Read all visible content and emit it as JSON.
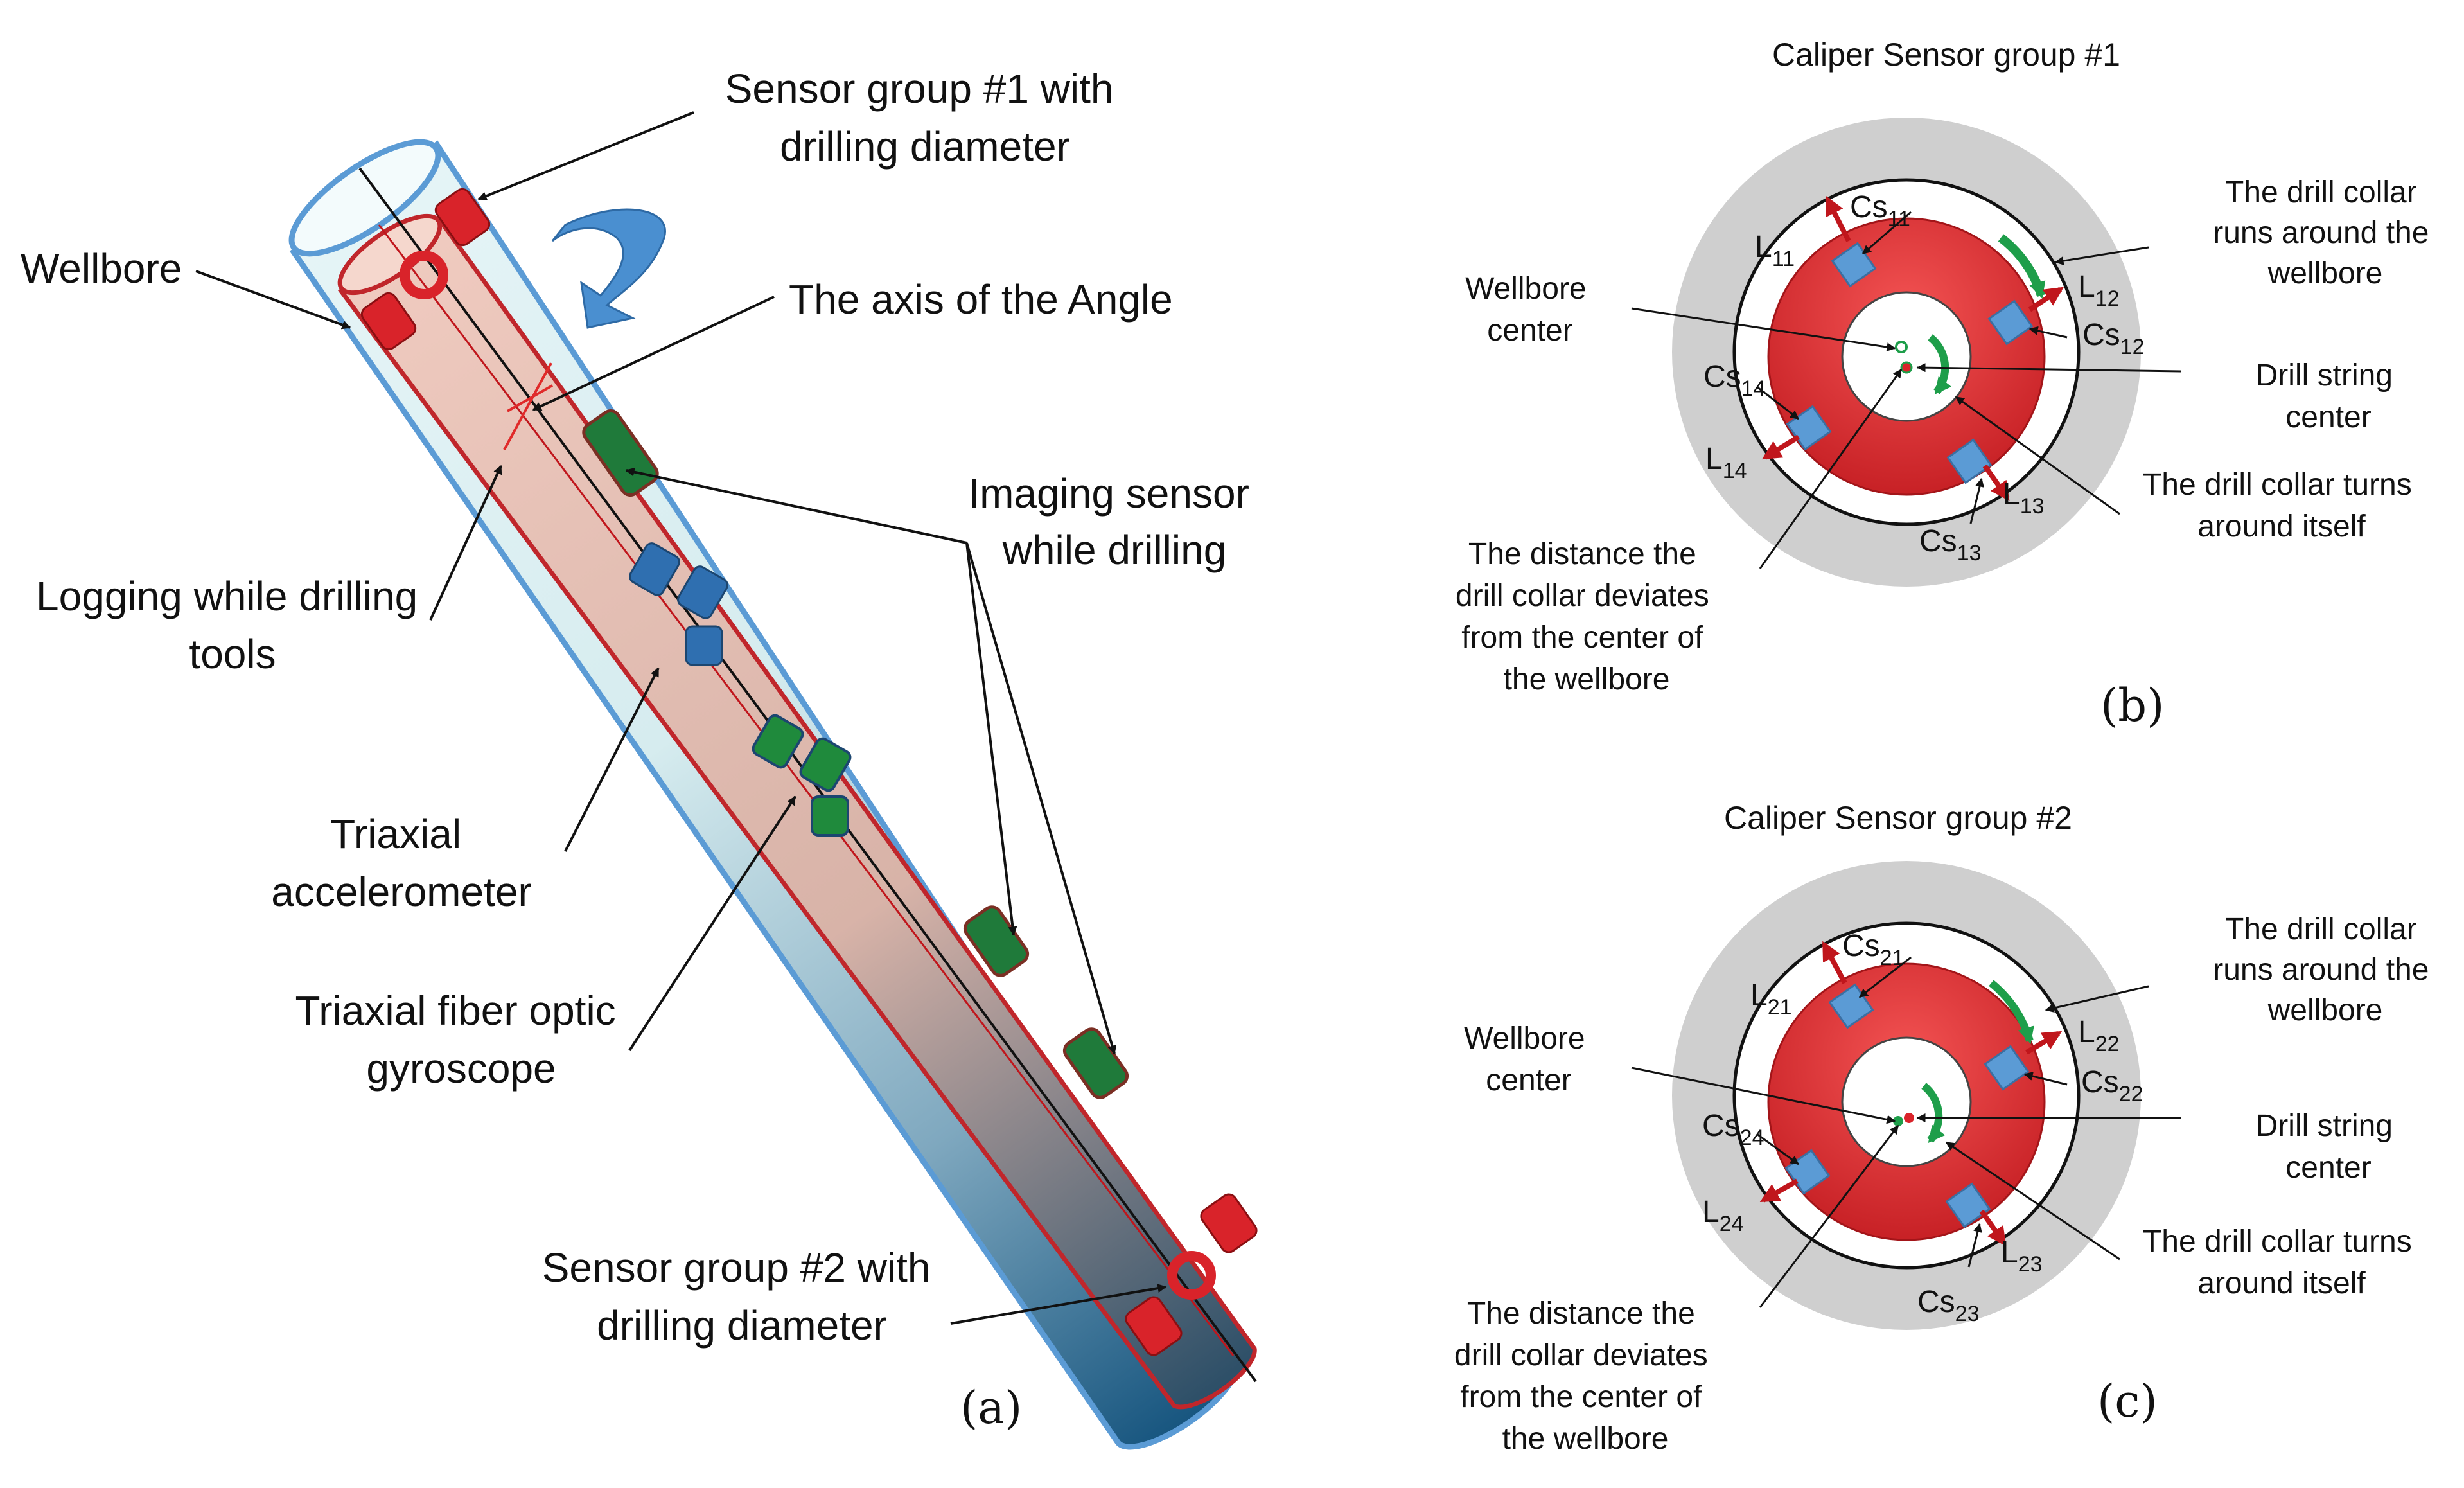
{
  "panel_a": {
    "panel_label": "(a)",
    "wellbore": "Wellbore",
    "sensor_group_1": [
      "Sensor group #1 with",
      "drilling diameter"
    ],
    "axis_of_angle": "The axis of the Angle",
    "lwd_tools": [
      "Logging while drilling",
      "tools"
    ],
    "imaging_sensor": [
      "Imaging sensor",
      "while drilling"
    ],
    "triaxial_accel": [
      "Triaxial",
      "accelerometer"
    ],
    "triaxial_gyro": [
      "Triaxial fiber optic",
      "gyroscope"
    ],
    "sensor_group_2": [
      "Sensor group #2 with",
      "drilling diameter"
    ]
  },
  "panel_b": {
    "title": "Caliper Sensor group #1",
    "panel_label": "(b)",
    "wellbore_center": [
      "Wellbore",
      "center"
    ],
    "collar_runs": [
      "The drill collar",
      "runs around the",
      "wellbore"
    ],
    "string_center": [
      "Drill string",
      "center"
    ],
    "collar_turns": [
      "The drill collar turns",
      "around itself"
    ],
    "deviation": [
      "The distance the",
      "drill collar deviates",
      "from the center of",
      "the wellbore"
    ],
    "sensors": [
      {
        "base": "Cs",
        "sub": "11"
      },
      {
        "base": "Cs",
        "sub": "12"
      },
      {
        "base": "Cs",
        "sub": "13"
      },
      {
        "base": "Cs",
        "sub": "14"
      }
    ],
    "distances": [
      {
        "base": "L",
        "sub": "11"
      },
      {
        "base": "L",
        "sub": "12"
      },
      {
        "base": "L",
        "sub": "13"
      },
      {
        "base": "L",
        "sub": "14"
      }
    ]
  },
  "panel_c": {
    "title": "Caliper Sensor group #2",
    "panel_label": "(c)",
    "wellbore_center": [
      "Wellbore",
      "center"
    ],
    "collar_runs": [
      "The drill collar",
      "runs around the",
      "wellbore"
    ],
    "string_center": [
      "Drill string",
      "center"
    ],
    "collar_turns": [
      "The drill collar turns",
      "around itself"
    ],
    "deviation": [
      "The distance the",
      "drill collar deviates",
      "from the center of",
      "the wellbore"
    ],
    "sensors": [
      {
        "base": "Cs",
        "sub": "21"
      },
      {
        "base": "Cs",
        "sub": "22"
      },
      {
        "base": "Cs",
        "sub": "23"
      },
      {
        "base": "Cs",
        "sub": "24"
      }
    ],
    "distances": [
      {
        "base": "L",
        "sub": "21"
      },
      {
        "base": "L",
        "sub": "22"
      },
      {
        "base": "L",
        "sub": "23"
      },
      {
        "base": "L",
        "sub": "24"
      }
    ]
  },
  "colors": {
    "wellbore_outline": "#5b9bd5",
    "tool_red": "#d9232a",
    "caliper_gray": "#cfcfcf",
    "collar_red": "#e53a3a",
    "sensor_blue": "#5b9bd5",
    "green_arc": "#1e9e4a",
    "arrow_red": "#c0161c"
  }
}
